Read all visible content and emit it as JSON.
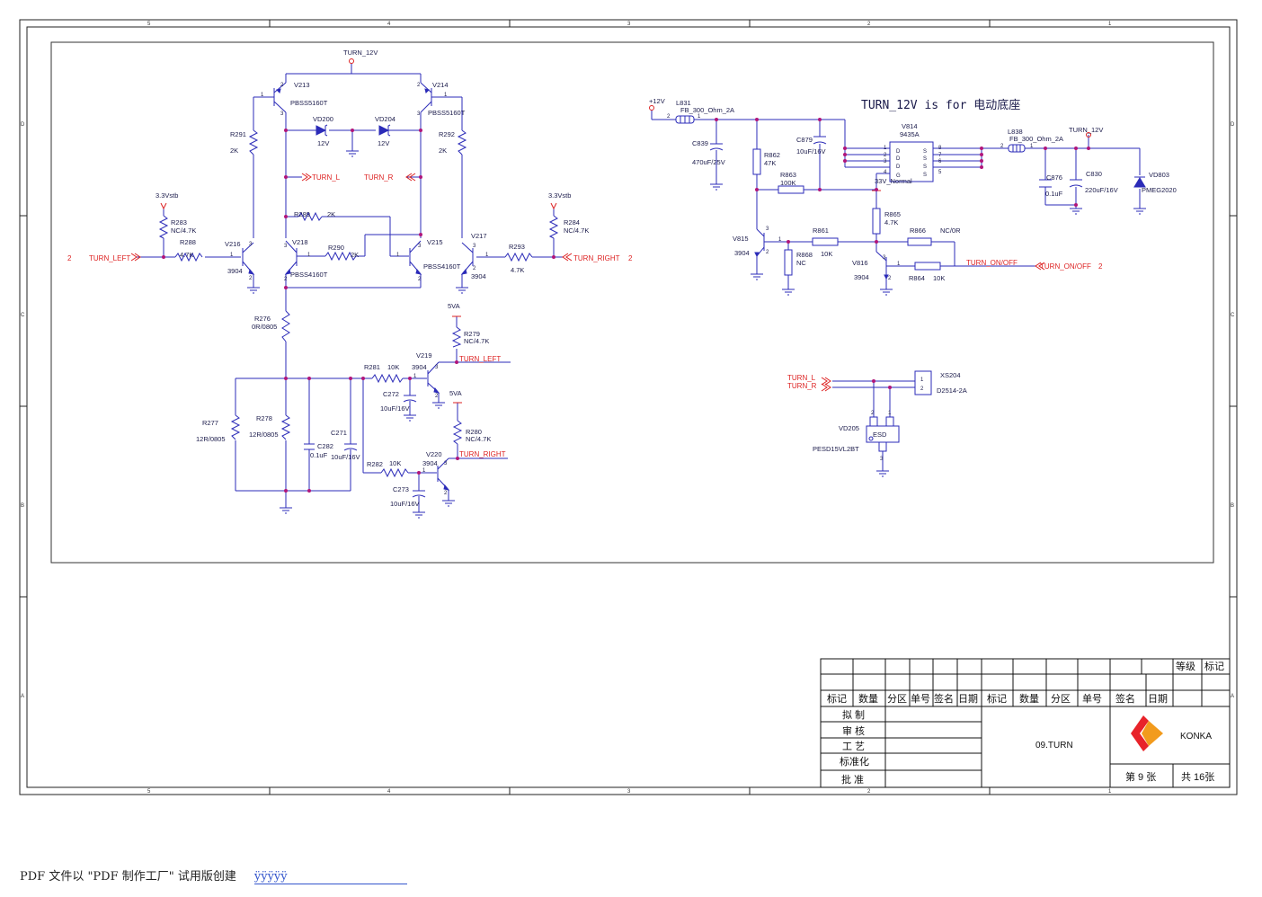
{
  "frame": {
    "top_zones": [
      "5",
      "4",
      "3",
      "2",
      "1"
    ],
    "bottom_zones": [
      "5",
      "4",
      "3",
      "2",
      "1"
    ],
    "side_zones": [
      "D",
      "C",
      "B",
      "A"
    ]
  },
  "schematic": {
    "nets": {
      "turn_12v": "TURN_12V",
      "supply_33vstb": "3.3Vstb",
      "supply_5va": "5VA",
      "supply_12v": "+12V",
      "net_33v_normal": "33V_Normal",
      "turn_left": "TURN_LEFT",
      "turn_right": "TURN_RIGHT",
      "turn_l": "TURN_L",
      "turn_r": "TURN_R",
      "turn_on_off": "TURN_ON/OFF",
      "page_ref": "2"
    },
    "note": "TURN_12V is for  电动底座",
    "pins": {
      "p1": "1",
      "p2": "2",
      "p3": "3",
      "p4": "4",
      "p5": "5",
      "p6": "6",
      "p7": "7",
      "p8": "8",
      "pd": "D",
      "ps": "S",
      "pg": "G"
    },
    "components": {
      "V213": {
        "ref": "V213",
        "value": "PBSS5160T"
      },
      "V214": {
        "ref": "V214",
        "value": "PBSS5160T"
      },
      "VD200": {
        "ref": "VD200",
        "value": "12V"
      },
      "VD204": {
        "ref": "VD204",
        "value": "12V"
      },
      "R291": {
        "ref": "R291",
        "value": "2K"
      },
      "R292": {
        "ref": "R292",
        "value": "2K"
      },
      "R283": {
        "ref": "R283",
        "value": "NC/4.7K"
      },
      "R284": {
        "ref": "R284",
        "value": "NC/4.7K"
      },
      "R288": {
        "ref": "R288",
        "value": "4.7K"
      },
      "R289": {
        "ref": "R289",
        "value": "2K"
      },
      "R290": {
        "ref": "R290",
        "value": "2K"
      },
      "R293": {
        "ref": "R293",
        "value": "4.7K"
      },
      "V216": {
        "ref": "V216",
        "value": "3904"
      },
      "V217": {
        "ref": "V217",
        "value": "3904"
      },
      "V218": {
        "ref": "V218",
        "value": "PBSS4160T"
      },
      "V215": {
        "ref": "V215",
        "value": "PBSS4160T"
      },
      "R276": {
        "ref": "R276",
        "value": "0R/0805"
      },
      "R277": {
        "ref": "R277",
        "value": "12R/0805"
      },
      "R278": {
        "ref": "R278",
        "value": "12R/0805"
      },
      "C282": {
        "ref": "C282",
        "value": "0.1uF"
      },
      "C271": {
        "ref": "C271",
        "value": "10uF/16V"
      },
      "R281": {
        "ref": "R281",
        "value": "10K"
      },
      "R282": {
        "ref": "R282",
        "value": "10K"
      },
      "C272": {
        "ref": "C272",
        "value": "10uF/16V"
      },
      "C273": {
        "ref": "C273",
        "value": "10uF/16V"
      },
      "V219": {
        "ref": "V219",
        "value": "3904"
      },
      "V220": {
        "ref": "V220",
        "value": "3904"
      },
      "R279": {
        "ref": "R279",
        "value": "NC/4.7K"
      },
      "R280": {
        "ref": "R280",
        "value": "NC/4.7K"
      },
      "L831": {
        "ref": "L831",
        "value": "FB_300_Ohm_2A"
      },
      "L838": {
        "ref": "L838",
        "value": "FB_300_Ohm_2A"
      },
      "C839": {
        "ref": "C839",
        "value": "470uF/25V"
      },
      "R862": {
        "ref": "R862",
        "value": "47K"
      },
      "C879": {
        "ref": "C879",
        "value": "10uF/16V"
      },
      "R863": {
        "ref": "R863",
        "value": "100K"
      },
      "V814": {
        "ref": "V814",
        "value": "9435A"
      },
      "C876": {
        "ref": "C876",
        "value": "0.1uF"
      },
      "C830": {
        "ref": "C830",
        "value": "220uF/16V"
      },
      "VD803": {
        "ref": "VD803",
        "value": "PMEG2020"
      },
      "R865": {
        "ref": "R865",
        "value": "4.7K"
      },
      "V815": {
        "ref": "V815",
        "value": "3904"
      },
      "R861": {
        "ref": "R861",
        "value": "10K"
      },
      "R868": {
        "ref": "R868",
        "value": "NC"
      },
      "R866": {
        "ref": "R866",
        "value": "NC/0R"
      },
      "V816": {
        "ref": "V816",
        "value": "3904"
      },
      "R864": {
        "ref": "R864",
        "value": "10K"
      },
      "XS204": {
        "ref": "XS204",
        "value": "D2514-2A"
      },
      "VD205": {
        "ref": "VD205",
        "value": "PESD15VL2BT",
        "marking": "ESD"
      }
    }
  },
  "title_block": {
    "grade_label": "等级",
    "mark_label": "标记",
    "header_row": [
      "标记",
      "数量",
      "分区",
      "单号",
      "签名",
      "日期",
      "标记",
      "数量",
      "分区",
      "单号",
      "签名",
      "日期"
    ],
    "roles": [
      "拟 制",
      "审 核",
      "工 艺",
      "标准化",
      "批 准"
    ],
    "drawing_name": "09.TURN",
    "company": "KONKA",
    "sheet_no": "第 9 张",
    "sheet_total": "共 16张",
    "logo_colors": {
      "red": "#e8232a",
      "orange": "#f29b1d"
    }
  },
  "footer": {
    "text": "PDF 文件以 \"PDF 制作工厂\" 试用版创建",
    "link_text": "ÿÿÿÿÿ"
  },
  "colors": {
    "wire": "#2b2bb8",
    "net_label": "#dd2222",
    "junction": "#b0157a",
    "text": "#1a1a4a",
    "frame": "#222222"
  }
}
